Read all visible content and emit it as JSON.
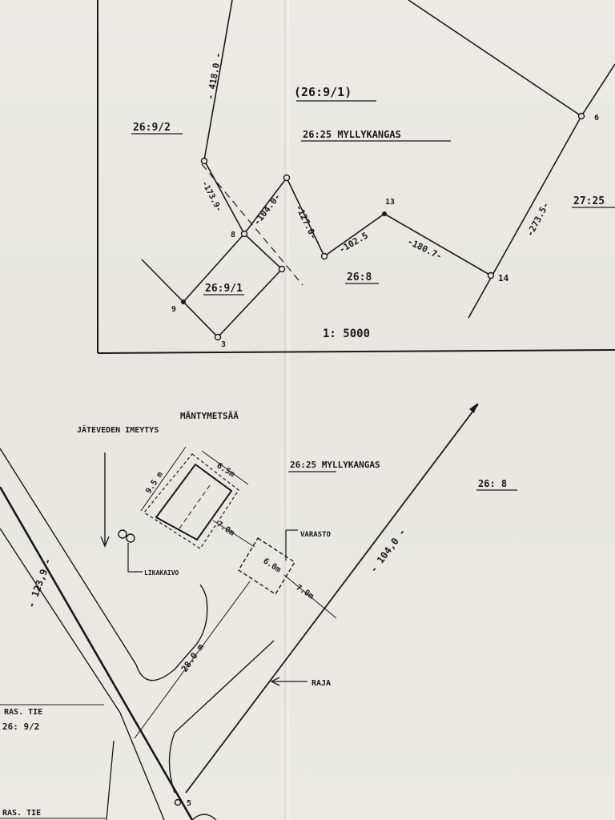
{
  "upper_map": {
    "parcel_parent": "(26:9/1)",
    "parcel_owner": "26:25 MYLLYKANGAS",
    "parcel_left": "26:9/2",
    "parcel_right": "27:25",
    "parcel_small": "26:9/1",
    "parcel_lower": "26:8",
    "scale": "1: 5000",
    "dims": {
      "d1": "- 418.0 -",
      "d2": "-173.9-",
      "d3": "-104.0-",
      "d4": "-127.0-",
      "d5": "-102.5",
      "d6": "-180.7-",
      "d7": "-273.5-"
    },
    "points": {
      "p6": "6",
      "p8": "8",
      "p9": "9",
      "p3": "3",
      "p13": "13",
      "p14": "14"
    }
  },
  "lower_map": {
    "forest": "MÄNTYMETSÄÄ",
    "wastewater": "JÄTEVEDEN IMEYTYS",
    "cesspit": "LIKAKAIVO",
    "storage": "VARASTO",
    "owner": "26:25 MYLLYKANGAS",
    "parcel_right": "26: 8",
    "border": "RAJA",
    "road1": "RAS. TIE",
    "road1_parcel": "26: 9/2",
    "road2": "RAS. TIE",
    "point5": "5",
    "dims": {
      "house_w": "6.5m",
      "house_h": "9.5 m",
      "gap1": "7.0m",
      "shed": "6.0m",
      "gap2": "7.0m",
      "road_dist": "28.0 m",
      "border_len": "- 104,0 -",
      "road_len": "- 123,9 -"
    }
  }
}
